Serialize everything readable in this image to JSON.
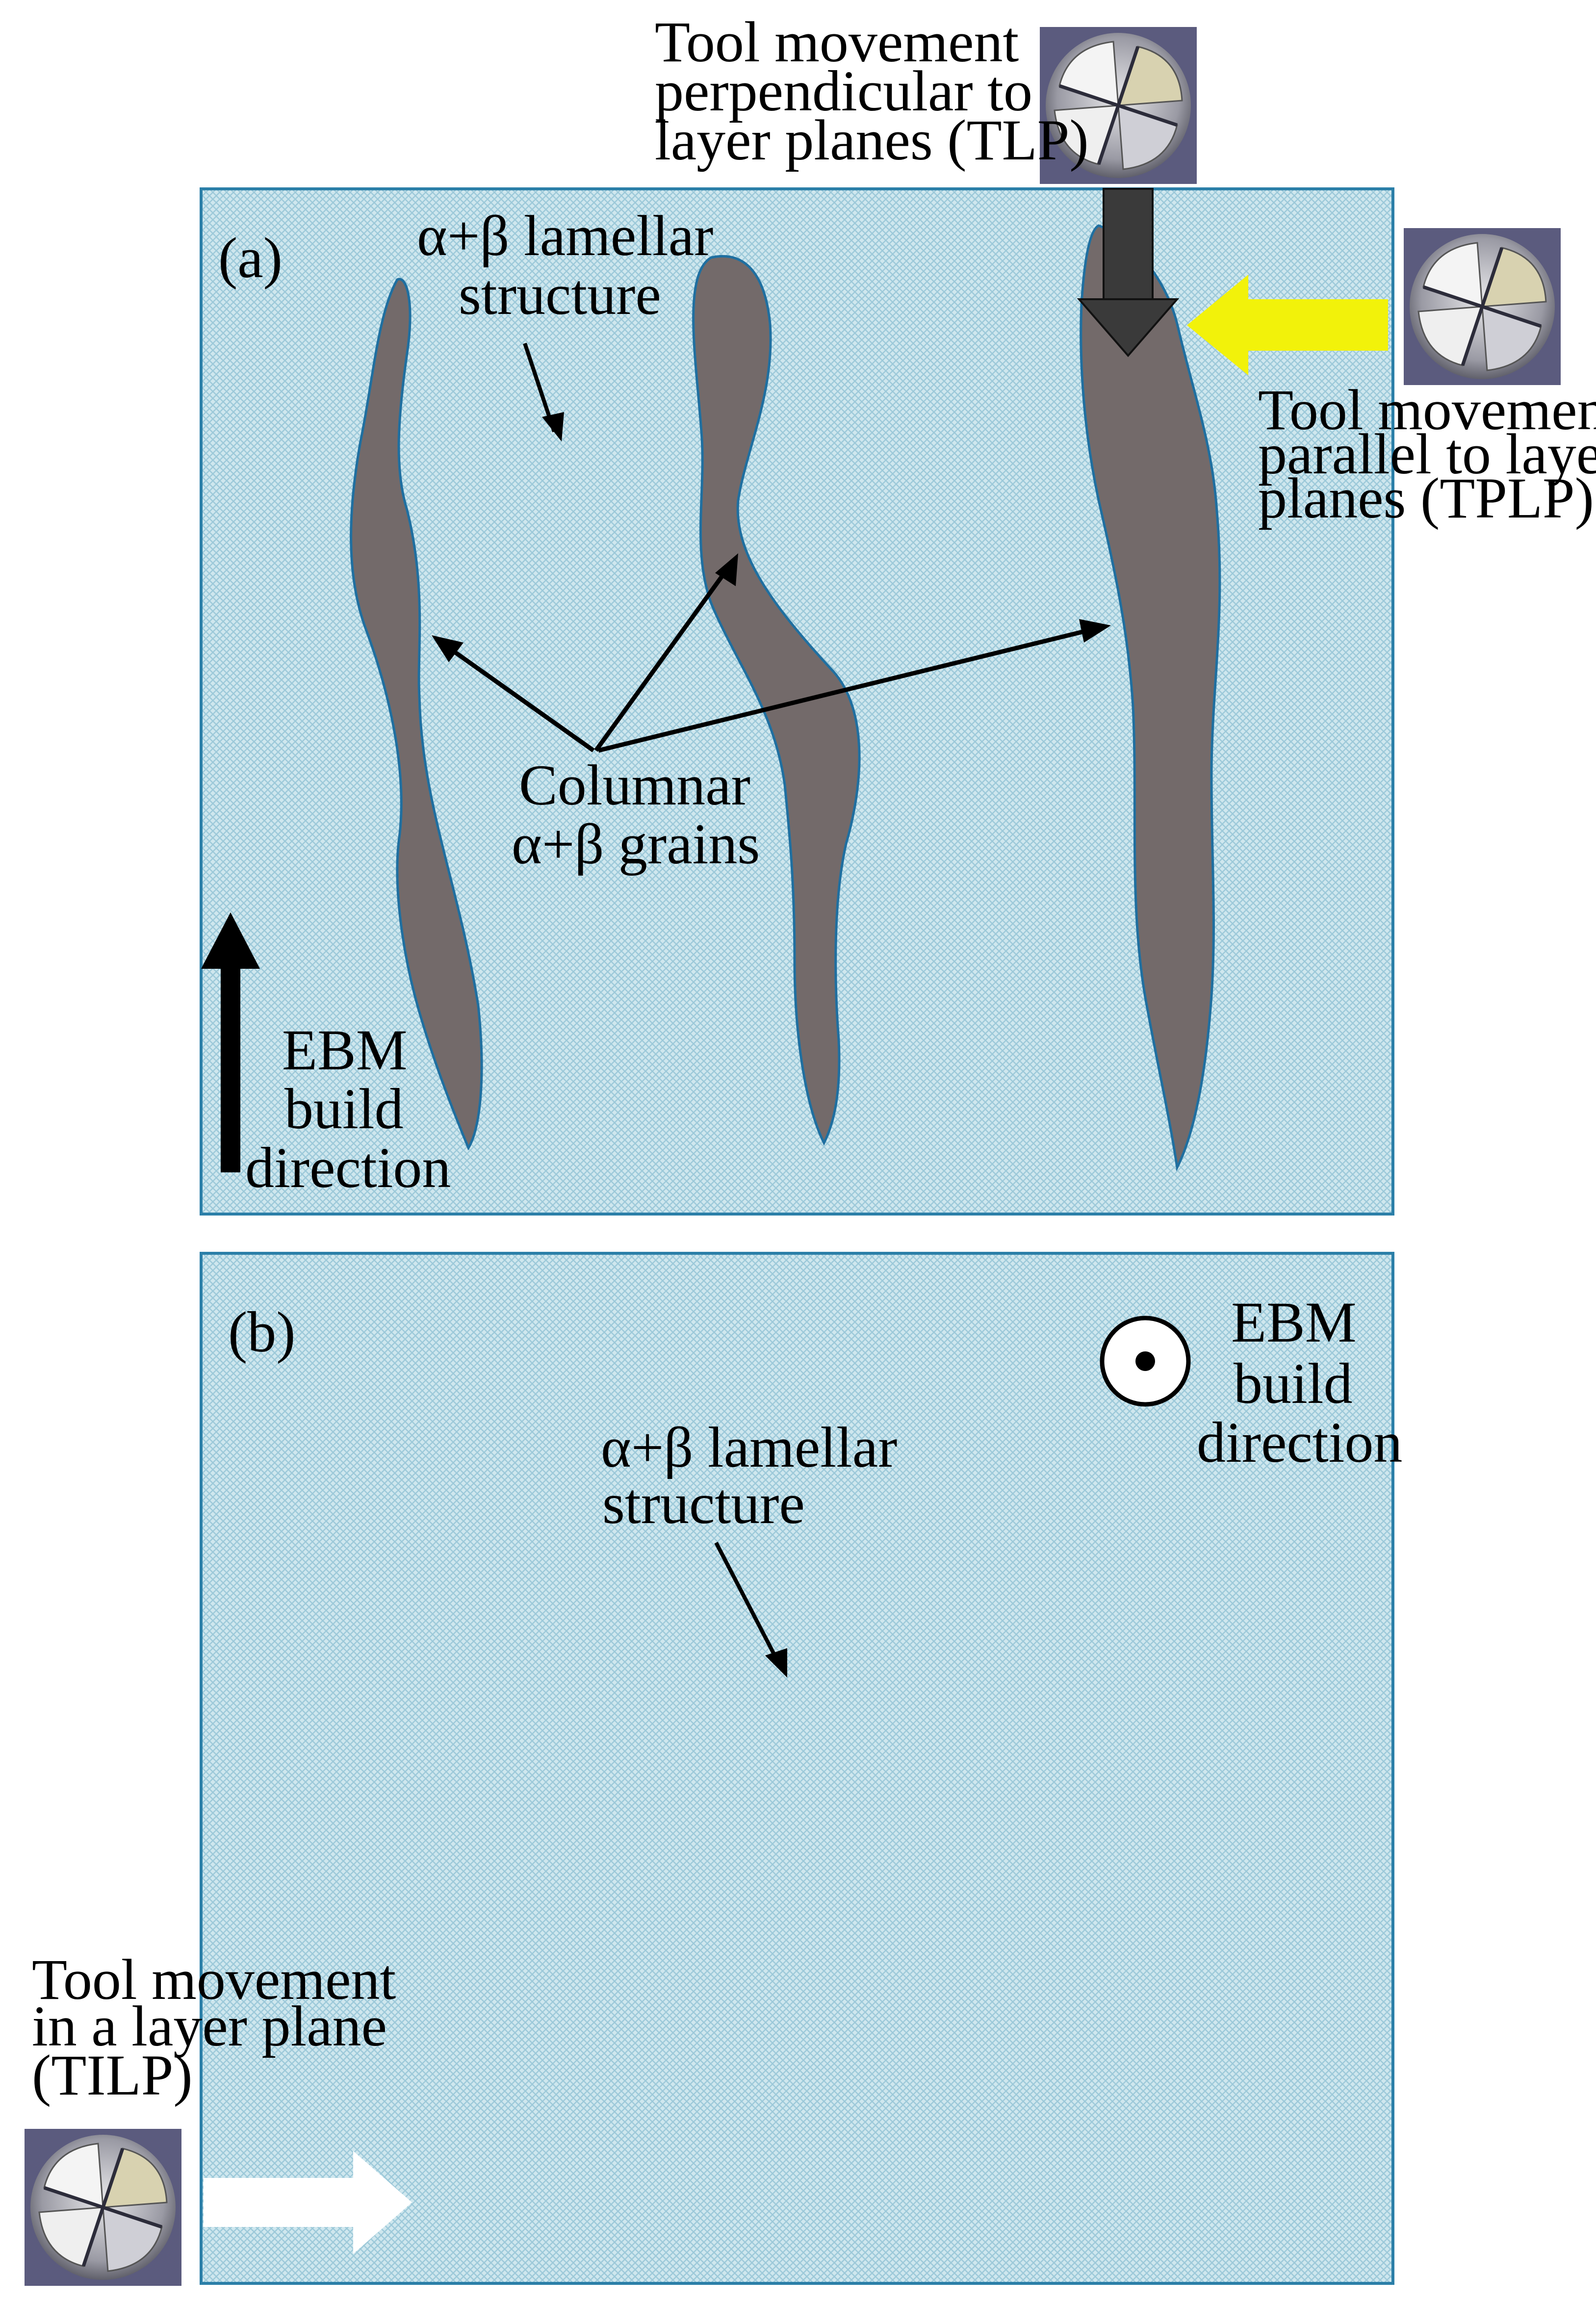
{
  "colors": {
    "panel_fill": "#cfe7ee",
    "panel_hatch": "#9dc9d9",
    "panel_border": "#2b7fa8",
    "grain_fill": "#736a6a",
    "grain_outline": "#1f6fa0",
    "arrow_black": "#000000",
    "arrow_dark": "#3a3a3a",
    "arrow_yellow": "#f2f20a",
    "arrow_white": "#ffffff"
  },
  "panel_a": {
    "label": "(a)",
    "lamellar_label": [
      "α+β lamellar",
      "structure"
    ],
    "grains_label": [
      "Columnar",
      "α+β grains"
    ],
    "build_label": [
      "EBM",
      "build",
      "direction"
    ],
    "tlp_label": [
      "Tool movement",
      "perpendicular to",
      "layer planes (TLP)"
    ],
    "tplp_label": [
      "Tool movement",
      "parallel to layers",
      "planes (TPLP)"
    ]
  },
  "panel_b": {
    "label": "(b)",
    "lamellar_label": [
      "α+β lamellar",
      "structure"
    ],
    "build_label": [
      "EBM",
      "build",
      "direction"
    ],
    "build_symbol": "out-of-plane-dot-icon",
    "tilp_label": [
      "Tool movement",
      "in a layer plane",
      "(TILP)"
    ]
  },
  "icons": {
    "tool_tlp": "end-mill-icon",
    "tool_tplp": "end-mill-icon",
    "tool_tilp": "end-mill-icon"
  }
}
